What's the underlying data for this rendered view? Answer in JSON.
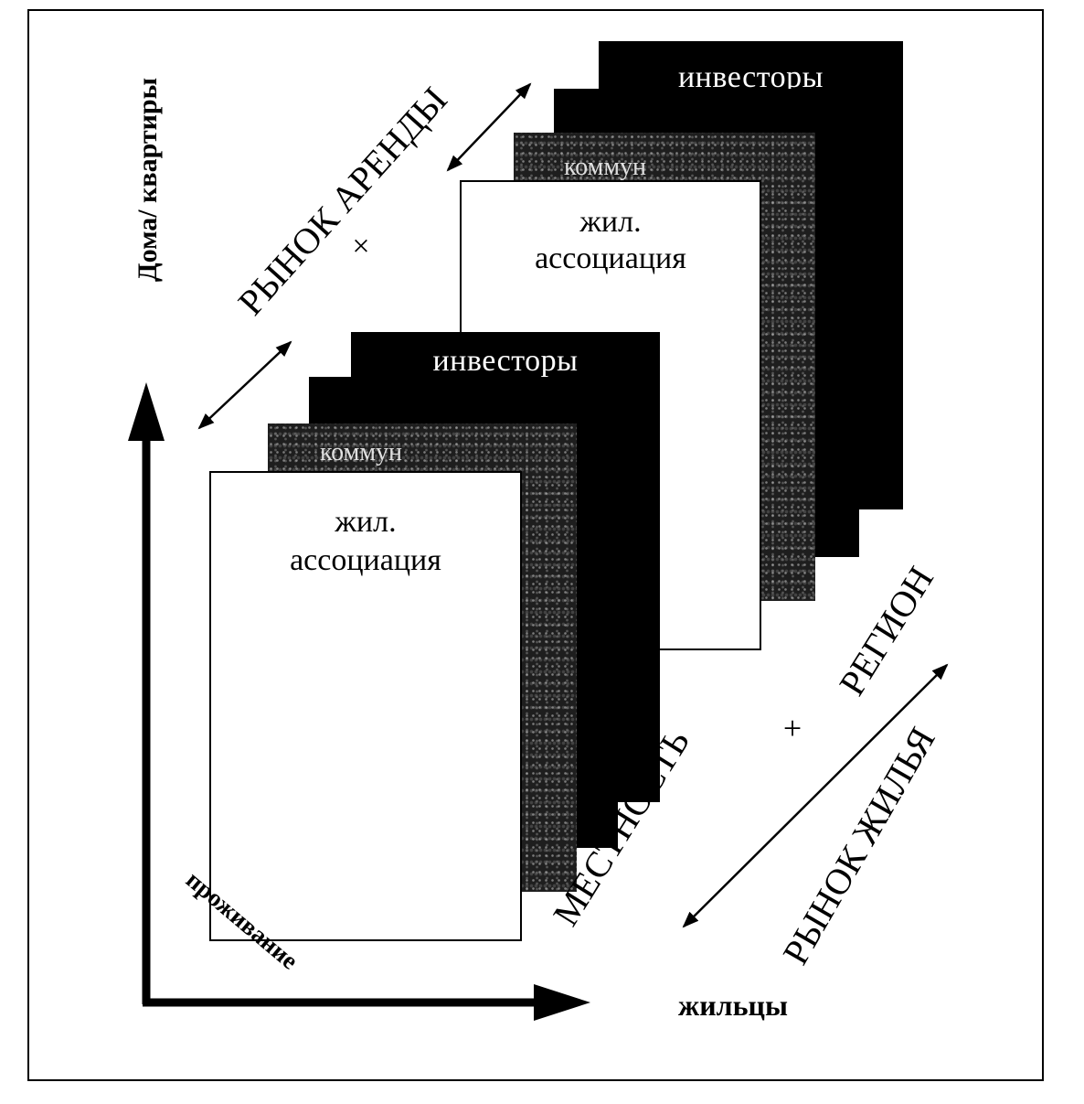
{
  "back_stack": {
    "investors": "инвесторы",
    "communities": "коммун",
    "association_line1": "жил.",
    "association_line2": "ассоциация"
  },
  "front_stack": {
    "investors": "инвесторы",
    "communities": "коммун",
    "association_line1": "жил.",
    "association_line2": "ассоциация"
  },
  "axes": {
    "vertical_label": "Дома/ квартиры",
    "horizontal_label": "жильцы",
    "diagonal_label": "проживание"
  },
  "rental_market": {
    "label": "РЫНОК АРЕНДЫ",
    "times": "×"
  },
  "region": {
    "locality": "МЕСТНОСТЬ",
    "plus": "+",
    "region": "РЕГИОН"
  },
  "housing_market": {
    "label": "РЫНОК ЖИЛЬЯ"
  },
  "colors": {
    "ink": "#000000",
    "paper": "#ffffff",
    "texture": "#1e1e1e"
  }
}
